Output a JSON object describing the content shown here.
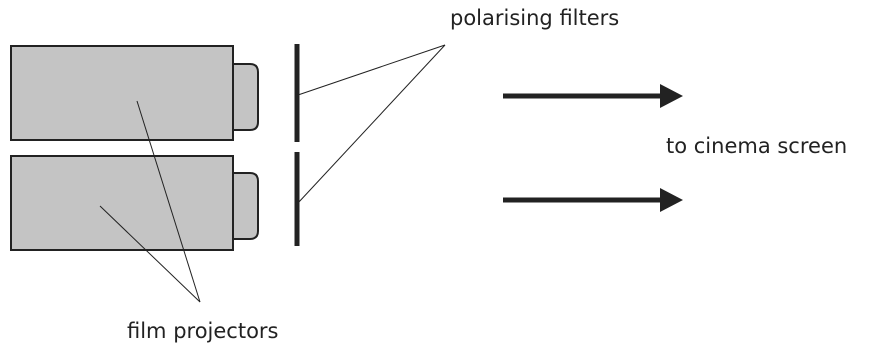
{
  "labels": {
    "polarising_filters": "polarising filters",
    "to_cinema_screen": "to cinema screen",
    "film_projectors": "film projectors"
  },
  "colors": {
    "projector_fill": "#c4c4c4",
    "outline": "#222222",
    "background": "#ffffff"
  }
}
